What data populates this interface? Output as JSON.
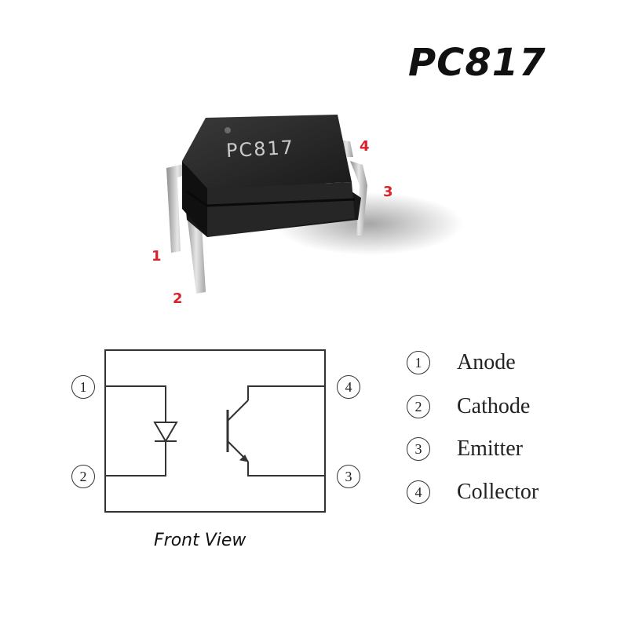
{
  "title": "PC817",
  "package": {
    "marking": "PC817",
    "pin_callouts": [
      "1",
      "2",
      "3",
      "4"
    ],
    "colors": {
      "body": "#1d1d1d",
      "pins": "#c9c9c9",
      "callout": "#d8232a"
    }
  },
  "schematic": {
    "view_label": "Front View",
    "pins": [
      "①",
      "②",
      "③",
      "④"
    ]
  },
  "legend": [
    {
      "num": "1",
      "label": "Anode"
    },
    {
      "num": "2",
      "label": "Cathode"
    },
    {
      "num": "3",
      "label": "Emitter"
    },
    {
      "num": "4",
      "label": "Collector"
    }
  ]
}
